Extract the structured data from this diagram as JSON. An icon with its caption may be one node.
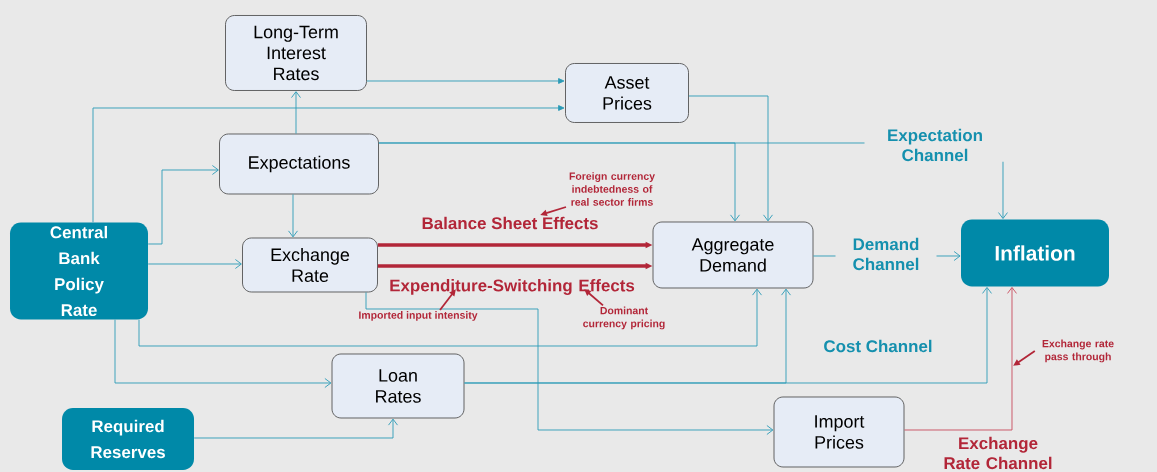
{
  "diagram": {
    "nodes": [
      {
        "text": [
          "Long-Term Interest Rates"
        ]
      },
      {
        "text": [
          "Asset Prices"
        ]
      },
      {
        "text": [
          "Expectations"
        ]
      },
      {
        "text": [
          "Central Bank Policy Rate"
        ]
      },
      {
        "text": [
          "Exchange Rate"
        ]
      },
      {
        "text": [
          "Aggregate Demand"
        ]
      },
      {
        "text": [
          "Inflation"
        ]
      },
      {
        "text": [
          "Loan Rates"
        ]
      },
      {
        "text": [
          "Required Reserves"
        ]
      },
      {
        "text": [
          "Import Prices"
        ]
      },
      {
        "text": [
          "Foreign currency indebtedness of real sector firms"
        ]
      },
      {
        "text": [
          "Imported input intensity"
        ]
      },
      {
        "text": [
          "Dominant currency pricing"
        ]
      },
      {
        "text": [
          "Exchange rate pass through"
        ]
      }
    ],
    "edges": [
      {
        "from": 2,
        "to": 0,
        "arrow": "to"
      },
      {
        "from": 0,
        "to": 1,
        "arrow": "to"
      },
      {
        "from": 3,
        "to": 1,
        "arrow": "to"
      },
      {
        "from": 3,
        "to": 2,
        "arrow": "to"
      },
      {
        "from": 2,
        "to": 4,
        "arrow": "to"
      },
      {
        "from": 2,
        "to": 5,
        "arrow": "to"
      },
      {
        "from": 2,
        "to": 6,
        "arrow": "to",
        "label": "Expectation Channel"
      },
      {
        "from": 1,
        "to": 5,
        "arrow": "to"
      },
      {
        "from": 3,
        "to": 4,
        "arrow": "to"
      },
      {
        "from": 4,
        "to": 5,
        "arrow": "to",
        "label": "Balance Sheet Effects",
        "style": "thick",
        "color": "#b22638"
      },
      {
        "from": 4,
        "to": 5,
        "arrow": "to",
        "label": "Expenditure-Switching Effects",
        "style": "thick",
        "color": "#b22638"
      },
      {
        "from": 5,
        "to": 6,
        "arrow": "to",
        "label": "Demand Channel"
      },
      {
        "from": 3,
        "to": 5,
        "arrow": "to"
      },
      {
        "from": 4,
        "to": 9,
        "arrow": "to"
      },
      {
        "from": 7,
        "to": 5,
        "arrow": "to"
      },
      {
        "from": 7,
        "to": 6,
        "arrow": "to",
        "label": "Cost Channel"
      },
      {
        "from": 3,
        "to": 7,
        "arrow": "to"
      },
      {
        "from": 8,
        "to": 7,
        "arrow": "to"
      },
      {
        "from": 9,
        "to": 6,
        "arrow": "to",
        "label": "Exchange Rate Channel",
        "color": "#c94a5c"
      },
      {
        "from": 10,
        "to": null,
        "arrow": "to",
        "color": "#b22638"
      },
      {
        "from": 11,
        "to": null,
        "arrow": "to",
        "color": "#b22638"
      },
      {
        "from": 12,
        "to": null,
        "arrow": "to",
        "color": "#b22638"
      },
      {
        "from": 13,
        "to": null,
        "arrow": "to",
        "color": "#b22638"
      }
    ]
  }
}
